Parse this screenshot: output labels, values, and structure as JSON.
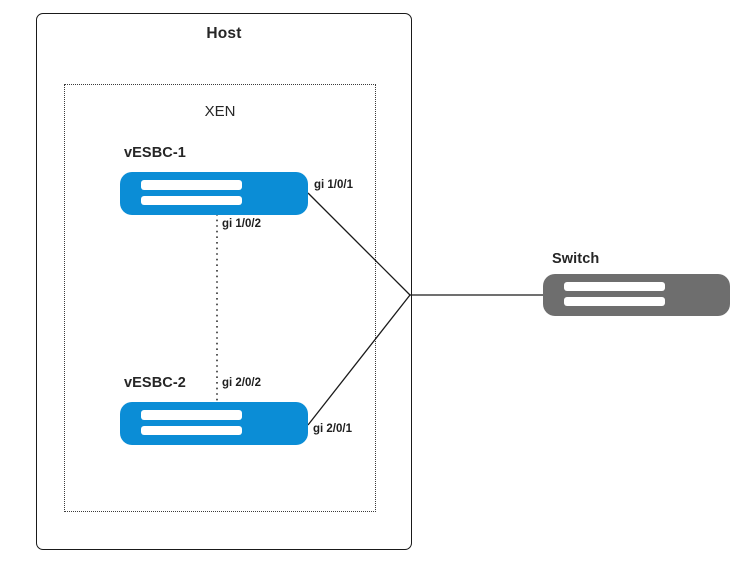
{
  "diagram": {
    "title_visible": false,
    "containers": [
      {
        "id": "host",
        "label": "Host",
        "style": "solid-rounded"
      },
      {
        "id": "xen",
        "label": "XEN",
        "style": "dotted"
      }
    ],
    "nodes": [
      {
        "id": "vesbc1",
        "label": "vESBC-1",
        "kind": "virtual-appliance",
        "color": "#0b8dd6"
      },
      {
        "id": "vesbc2",
        "label": "vESBC-2",
        "kind": "virtual-appliance",
        "color": "#0b8dd6"
      },
      {
        "id": "switch",
        "label": "Switch",
        "kind": "switch",
        "color": "#6e6e6e"
      }
    ],
    "ports": [
      {
        "id": "p1",
        "label": "gi 1/0/1",
        "node": "vesbc1",
        "side": "right"
      },
      {
        "id": "p2",
        "label": "gi 1/0/2",
        "node": "vesbc1",
        "side": "bottom"
      },
      {
        "id": "p3",
        "label": "gi 2/0/2",
        "node": "vesbc2",
        "side": "top"
      },
      {
        "id": "p4",
        "label": "gi 2/0/1",
        "node": "vesbc2",
        "side": "right"
      }
    ],
    "links": [
      {
        "from": "gi 1/0/1",
        "to": "junction",
        "style": "solid"
      },
      {
        "from": "gi 2/0/1",
        "to": "junction",
        "style": "solid"
      },
      {
        "from": "junction",
        "to": "Switch",
        "style": "solid"
      },
      {
        "from": "gi 1/0/2",
        "to": "gi 2/0/2",
        "style": "dotted"
      }
    ],
    "colors": {
      "appliance_blue": "#0b8dd6",
      "switch_gray": "#6e6e6e",
      "line": "#1a1a1a",
      "text": "#262626",
      "background": "#ffffff"
    }
  }
}
